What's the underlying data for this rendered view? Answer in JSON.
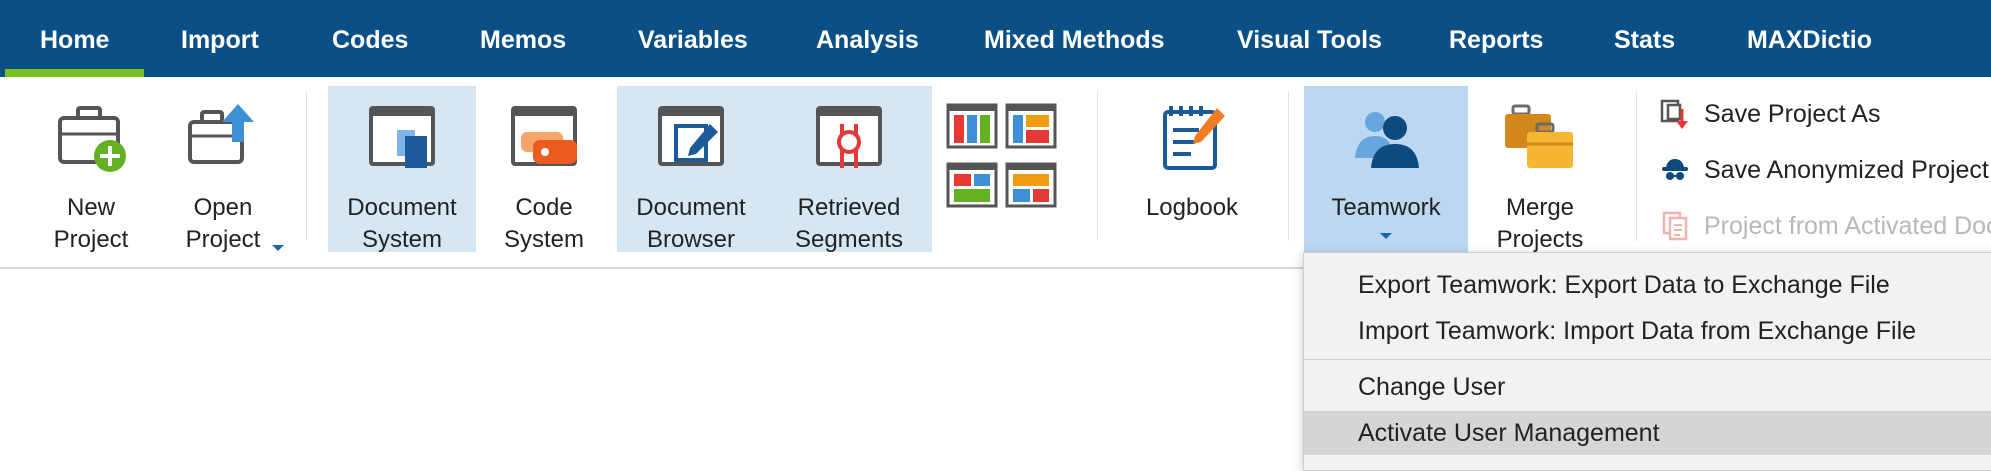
{
  "tabs": [
    "Home",
    "Import",
    "Codes",
    "Memos",
    "Variables",
    "Analysis",
    "Mixed Methods",
    "Visual Tools",
    "Reports",
    "Stats",
    "MAXDictio"
  ],
  "ribbon": {
    "new_project": "New\nProject",
    "open_project": "Open\nProject",
    "document_system": "Document\nSystem",
    "code_system": "Code\nSystem",
    "document_browser": "Document\nBrowser",
    "retrieved_segments": "Retrieved\nSegments",
    "logbook": "Logbook",
    "teamwork": "Teamwork",
    "merge_projects": "Merge\nProjects",
    "save_project_as": "Save Project As",
    "save_anonymized": "Save Anonymized Project",
    "project_from_activated": "Project from Activated Documents"
  },
  "menu": {
    "export_teamwork": "Export Teamwork: Export Data to Exchange File",
    "import_teamwork": "Import Teamwork: Import Data from Exchange File",
    "change_user": "Change User",
    "activate_user_management": "Activate User Management"
  },
  "colors": {
    "tabbar": "#0a5086",
    "active_tab_underline": "#7ac11d",
    "selected_button": "#d7e6f3",
    "menu_highlight": "#d5d5d5"
  },
  "icons": [
    "new-project-icon",
    "open-project-icon",
    "document-system-icon",
    "code-system-icon",
    "document-browser-icon",
    "retrieved-segments-icon",
    "layout-icon",
    "logbook-icon",
    "teamwork-icon",
    "merge-projects-icon",
    "save-as-icon",
    "anonymize-icon",
    "project-from-documents-icon"
  ]
}
